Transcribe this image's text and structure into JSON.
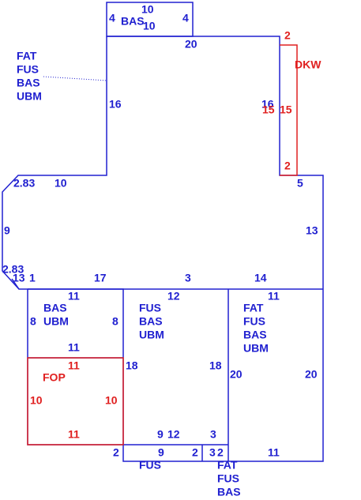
{
  "colors": {
    "outline": "#2020d0",
    "porch": "#e02020"
  },
  "areas": {
    "top_box": "BAS",
    "main_labels": [
      "FAT",
      "FUS",
      "BAS",
      "UBM"
    ],
    "deck": "DKW",
    "left_room": [
      "BAS",
      "UBM"
    ],
    "middle_room": [
      "FUS",
      "BAS",
      "UBM"
    ],
    "right_room": [
      "FAT",
      "FUS",
      "BAS",
      "UBM"
    ],
    "porch": "FOP",
    "bottom_small": "FUS",
    "bottom_right": [
      "FAT",
      "FUS",
      "BAS"
    ]
  },
  "dimensions": {
    "top_box_top": "10",
    "top_box_bottom": "10",
    "top_box_left": "4",
    "top_box_right": "4",
    "main_top": "20",
    "main_left": "16",
    "main_right": "16",
    "deck_top": "2",
    "deck_left": "15",
    "deck_right": "15",
    "deck_bottom": "2",
    "left_diag": "2.83",
    "left_step": "10",
    "right_step": "5",
    "left_side": "9",
    "right_side": "13",
    "lower_diag": "2.83",
    "lower_13": "13",
    "lower_1": "1",
    "mid_17": "17",
    "mid_3": "3",
    "mid_14": "14",
    "left_room_top": "11",
    "left_room_left": "8",
    "left_room_right": "8",
    "left_room_bottom": "11",
    "porch_top": "11",
    "porch_left": "10",
    "porch_right": "10",
    "porch_bottom": "11",
    "middle_room_top": "12",
    "middle_room_left": "18",
    "middle_room_right": "18",
    "middle_room_bottom_a": "9",
    "middle_room_bottom_b": "12",
    "middle_room_bottom_c": "3",
    "right_room_top": "11",
    "right_room_left": "20",
    "right_room_right": "20",
    "right_room_bottom": "11",
    "bottom_small_left": "2",
    "bottom_small_bottom": "9",
    "bottom_small_right": "2",
    "bottom_right_3": "3",
    "bottom_right_2": "2"
  }
}
